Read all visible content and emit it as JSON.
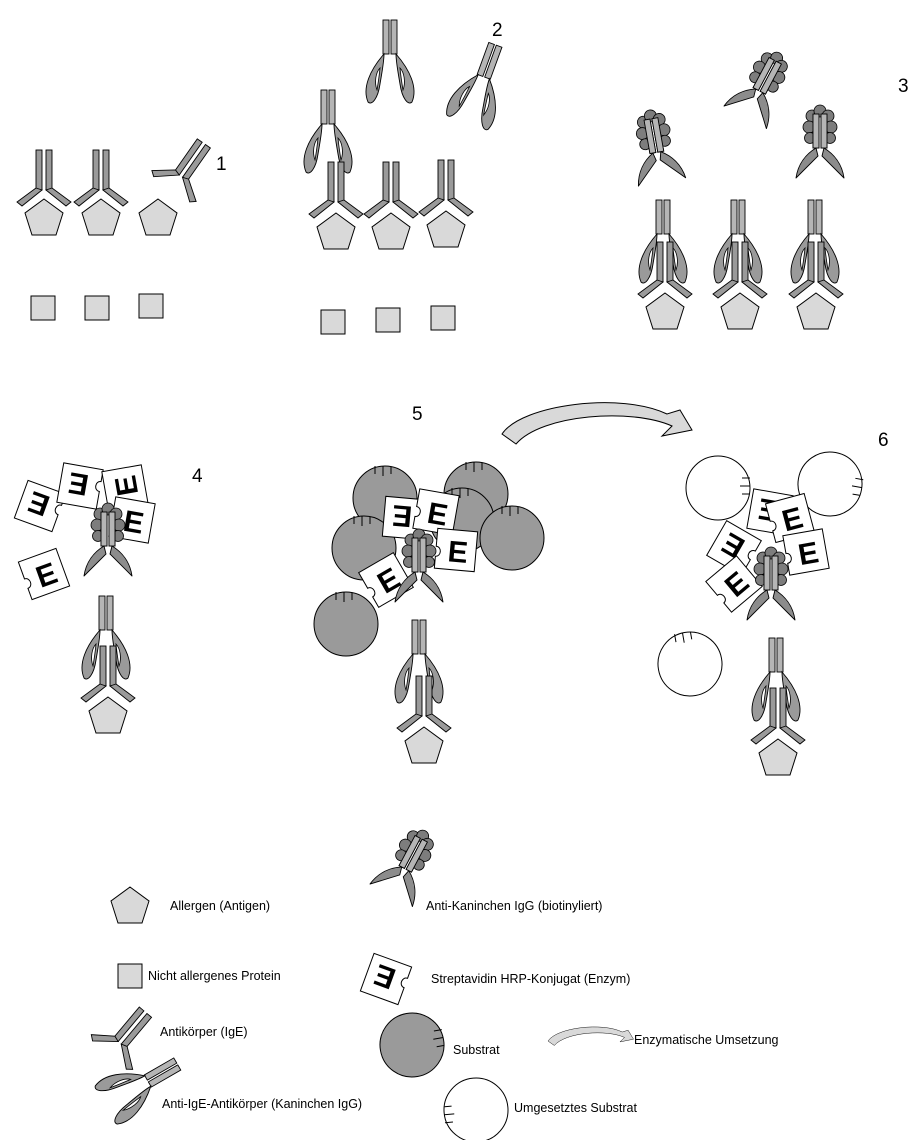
{
  "steps": [
    "1",
    "2",
    "3",
    "4",
    "5",
    "6"
  ],
  "legend": {
    "allergen": "Allergen (Antigen)",
    "nonallergen": "Nicht allergenes Protein",
    "ige": "Antikörper (IgE)",
    "antiige": "Anti-IgE-Antikörper (Kaninchen IgG)",
    "biotin": "Anti-Kaninchen IgG (biotinyliert)",
    "strep": "Streptavidin HRP-Konjugat (Enzym)",
    "substrat": "Substrat",
    "umgesetzt": "Umgesetztes Substrat",
    "enzymatisch": "Enzymatische Umsetzung"
  },
  "enzyme_letter": "E",
  "colors": {
    "gray_fill": "#9a9a9a",
    "light_fill": "#d9d9d9",
    "pale_fill": "#ececec",
    "stroke": "#000000"
  }
}
